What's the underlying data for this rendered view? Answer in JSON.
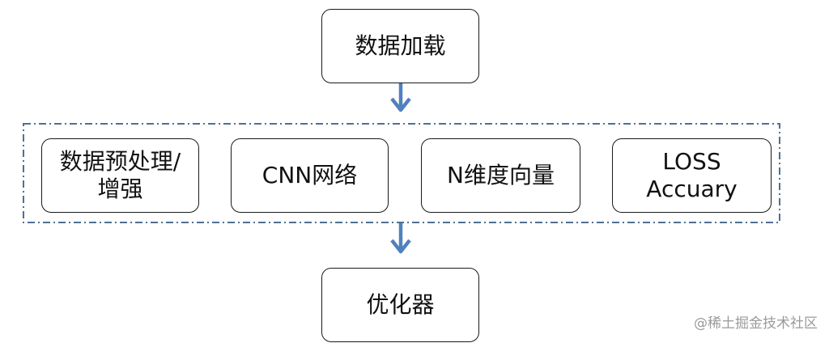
{
  "nodes": {
    "data_loading": [
      "数据加载"
    ],
    "preprocessing": [
      "数据预处理/",
      "增强"
    ],
    "cnn_network": [
      "CNN网络"
    ],
    "n_dim_vector": [
      "N维度向量"
    ],
    "loss_accuracy": [
      "LOSS",
      "Accuary"
    ],
    "optimizer": [
      "优化器"
    ]
  },
  "watermark": "@稀土掘金技术社区",
  "colors": {
    "arrow": "#4f81bd",
    "group_border": "#4f6f96",
    "box_border": "#1a1a1a"
  }
}
